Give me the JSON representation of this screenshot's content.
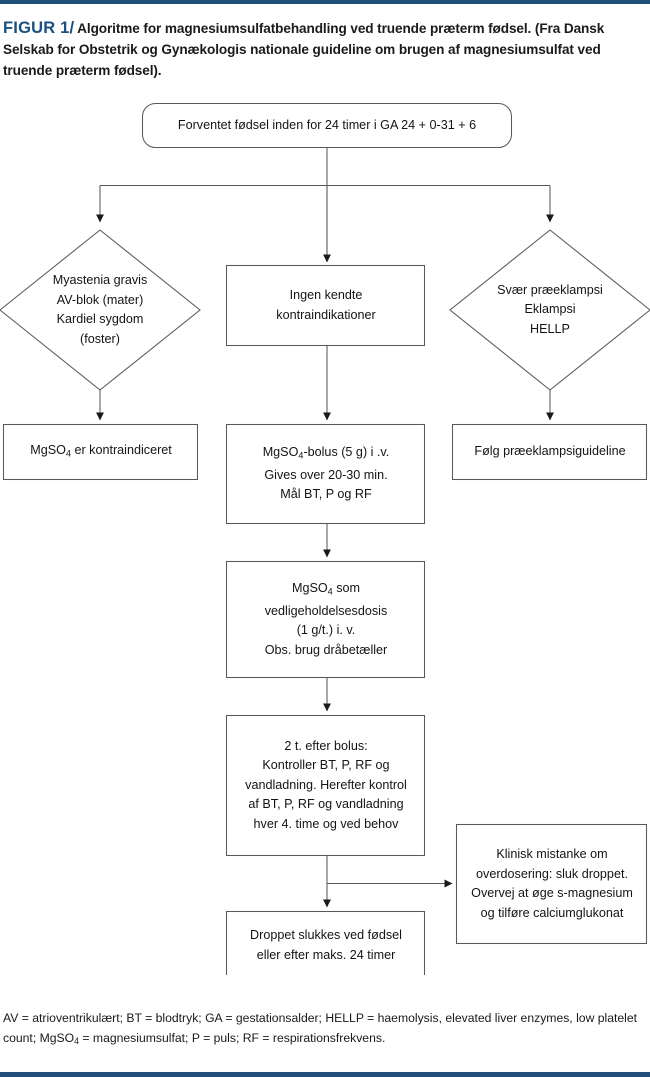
{
  "figure": {
    "label": "FIGUR 1",
    "separator": "/",
    "caption": "Algoritme for magnesiumsulfatbehandling ved truende præterm fødsel. (Fra Dansk Selskab for Obstetrik og Gynækologis nationale guideline om brugen af magnesiumsulfat ved truende præterm fødsel).",
    "legend": "AV = atrioventrikulært; BT = blodtryk; GA = gestationsalder; HELLP = haemolysis, elevated liver enzymes, low platelet count; MgSO4 = magnesiumsulfat; P = puls; RF = respirationsfrekvens.",
    "accent_color": "#1f4e79",
    "line_color": "#58595b",
    "text_color": "#141414"
  },
  "nodes": {
    "start": {
      "shape": "rounded-rectangle",
      "lines": [
        "Forventet fødsel inden for 24 timer i GA 24 + 0-31 + 6"
      ]
    },
    "decision_left": {
      "shape": "diamond",
      "lines": [
        "Myastenia gravis",
        "AV-blok (mater)",
        "Kardiel sygdom",
        "(foster)"
      ]
    },
    "decision_middle": {
      "shape": "rectangle",
      "lines": [
        "Ingen kendte",
        "kontraindikationer"
      ]
    },
    "decision_right": {
      "shape": "diamond",
      "lines": [
        "Svær præeklampsi",
        "Eklampsi",
        "HELLP"
      ]
    },
    "outcome_left": {
      "shape": "rectangle",
      "lines": [
        "MgSO4 er kontraindiceret"
      ]
    },
    "bolus": {
      "shape": "rectangle",
      "lines": [
        "MgSO4-bolus (5 g) i .v.",
        "Gives over 20-30 min.",
        "Mål BT, P og RF"
      ]
    },
    "outcome_right": {
      "shape": "rectangle",
      "lines": [
        "Følg præeklampsiguideline"
      ]
    },
    "maintenance": {
      "shape": "rectangle",
      "lines": [
        "MgSO4 som",
        "vedligeholdelsesdosis",
        "(1 g/t.) i. v.",
        "Obs. brug dråbetæller"
      ]
    },
    "monitoring": {
      "shape": "rectangle",
      "lines": [
        "2 t. efter bolus:",
        "Kontroller BT, P, RF og",
        "vandladning. Herefter kontrol",
        "af BT, P, RF og vandladning",
        "hver 4. time og ved behov"
      ]
    },
    "overdose": {
      "shape": "rectangle",
      "lines": [
        "Klinisk mistanke om",
        "overdosering: sluk droppet.",
        "Overvej at øge s-magnesium",
        "og tilføre calciumglukonat"
      ]
    },
    "stop": {
      "shape": "rectangle",
      "lines": [
        "Droppet slukkes ved fødsel",
        "eller efter maks. 24 timer"
      ]
    }
  }
}
